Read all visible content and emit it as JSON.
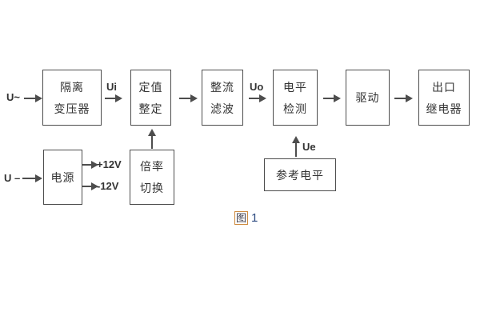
{
  "diagram": {
    "caption": {
      "figure_char": "图",
      "figure_num": "1"
    },
    "labels": {
      "ac_input": "U~",
      "dc_input": "U –",
      "ui": "Ui",
      "uo": "Uo",
      "ue": "Ue",
      "plus12": "+12V",
      "minus12": "-12V"
    },
    "blocks": {
      "isolation": {
        "line1": "隔离",
        "line2": "变压器"
      },
      "setpoint": {
        "line1": "定值",
        "line2": "整定"
      },
      "rectify": {
        "line1": "整流",
        "line2": "滤波"
      },
      "level": {
        "line1": "电平",
        "line2": "检测"
      },
      "drive": {
        "line1": "驱动"
      },
      "relay": {
        "line1": "出口",
        "line2": "继电器"
      },
      "power": {
        "line1": "电源"
      },
      "ratio": {
        "line1": "倍率",
        "line2": "切换"
      },
      "reference": {
        "line1": "参考电平"
      }
    },
    "colors": {
      "line": "#4d4d4d",
      "text": "#333333",
      "caption_box_border": "#cd8a3e",
      "caption_number": "#2c4a80"
    }
  }
}
